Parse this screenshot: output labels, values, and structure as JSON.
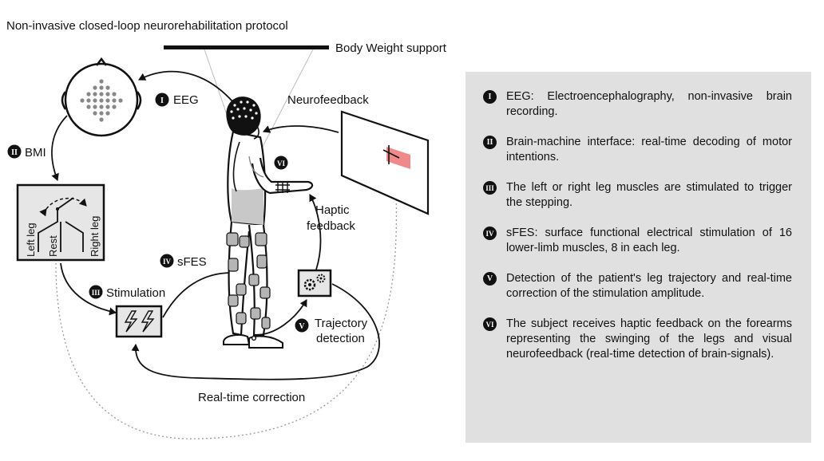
{
  "title": "Non-invasive closed-loop neurorehabilitation protocol",
  "labels": {
    "body_weight_support": "Body Weight support",
    "eeg": "EEG",
    "bmi": "BMI",
    "neurofeedback": "Neurofeedback",
    "haptic_feedback_line1": "Haptic",
    "haptic_feedback_line2": "feedback",
    "sfes": "sFES",
    "stimulation": "Stimulation",
    "trajectory_line1": "Trajectory",
    "trajectory_line2": "detection",
    "realtime_correction": "Real-time correction",
    "left_leg": "Left leg",
    "rest": "Rest",
    "right_leg": "Right leg"
  },
  "numerals": {
    "i": "I",
    "ii": "II",
    "iii": "III",
    "iv": "IV",
    "v": "V",
    "vi": "VI"
  },
  "legend": [
    {
      "numeral": "I",
      "text": "EEG: Electroencephalography, non-invasive brain recording."
    },
    {
      "numeral": "II",
      "text": "Brain-machine interface: real-time decoding of motor intentions."
    },
    {
      "numeral": "III",
      "text": "The left or right leg muscles are stimulated to trigger the stepping."
    },
    {
      "numeral": "IV",
      "text": "sFES: surface functional electrical stimulation of 16 lower-limb muscles, 8 in each leg."
    },
    {
      "numeral": "V",
      "text": "Detection of the patient's leg trajectory and real-time correction of the stimulation amplitude."
    },
    {
      "numeral": "VI",
      "text": "The subject receives haptic feedback on the forearms representing the swinging of the legs and visual neurofeedback (real-time detection of brain-signals)."
    }
  ],
  "colors": {
    "panel_bg": "#e0e0e0",
    "box_bg": "#e6e6e6",
    "neurofeedback_bar": "#f08a8a",
    "stroke": "#111111",
    "dotted_loop": "#9a9a9a"
  },
  "icons": {
    "stimulation": "lightning-bolt-icon",
    "trajectory": "gears-icon"
  }
}
